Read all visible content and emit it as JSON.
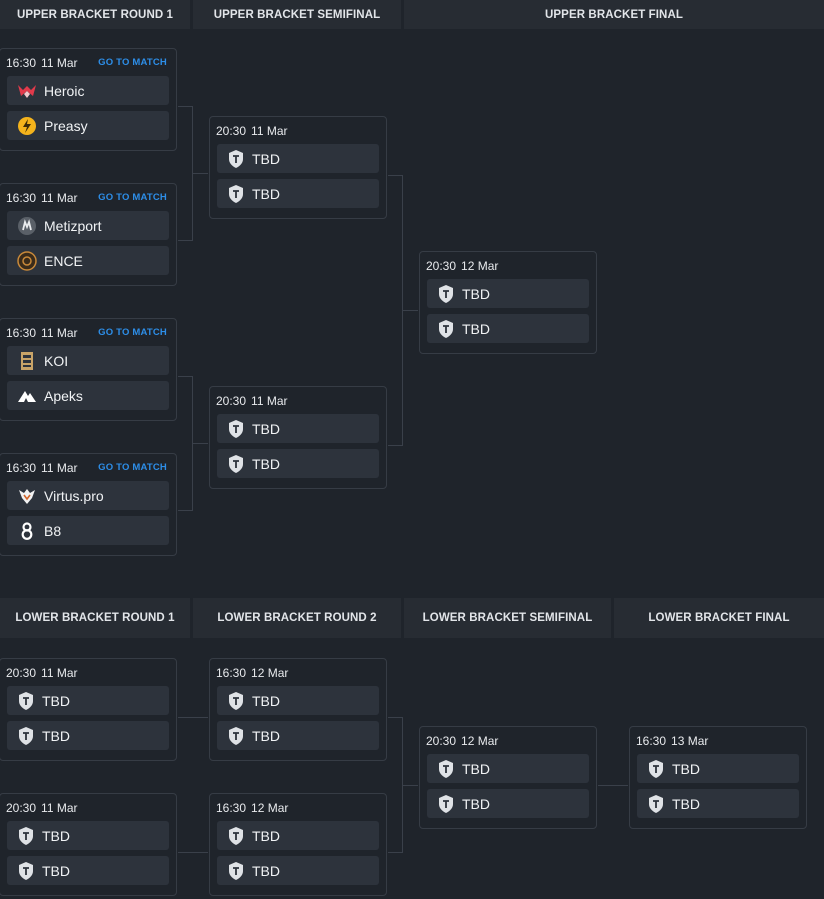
{
  "headers": {
    "ub_r1": "UPPER BRACKET ROUND 1",
    "ub_sf": "UPPER BRACKET SEMIFINAL",
    "ub_f": "UPPER BRACKET FINAL",
    "lb_r1": "LOWER BRACKET ROUND 1",
    "lb_r2": "LOWER BRACKET ROUND 2",
    "lb_sf": "LOWER BRACKET SEMIFINAL",
    "lb_f": "LOWER BRACKET FINAL"
  },
  "go_label": "GO TO MATCH",
  "matches": {
    "ub1_1": {
      "time": "16:30",
      "date": "11 Mar",
      "t1": "Heroic",
      "t2": "Preasy",
      "icon1": "heroic-logo-icon",
      "icon2": "preasy-logo-icon"
    },
    "ub1_2": {
      "time": "16:30",
      "date": "11 Mar",
      "t1": "Metizport",
      "t2": "ENCE",
      "icon1": "metizport-logo-icon",
      "icon2": "ence-logo-icon"
    },
    "ub1_3": {
      "time": "16:30",
      "date": "11 Mar",
      "t1": "KOI",
      "t2": "Apeks",
      "icon1": "koi-logo-icon",
      "icon2": "apeks-logo-icon"
    },
    "ub1_4": {
      "time": "16:30",
      "date": "11 Mar",
      "t1": "Virtus.pro",
      "t2": "B8",
      "icon1": "virtuspro-logo-icon",
      "icon2": "b8-logo-icon"
    },
    "ubsf_1": {
      "time": "20:30",
      "date": "11 Mar",
      "t1": "TBD",
      "t2": "TBD"
    },
    "ubsf_2": {
      "time": "20:30",
      "date": "11 Mar",
      "t1": "TBD",
      "t2": "TBD"
    },
    "ubf": {
      "time": "20:30",
      "date": "12 Mar",
      "t1": "TBD",
      "t2": "TBD"
    },
    "lb1_1": {
      "time": "20:30",
      "date": "11 Mar",
      "t1": "TBD",
      "t2": "TBD"
    },
    "lb1_2": {
      "time": "20:30",
      "date": "11 Mar",
      "t1": "TBD",
      "t2": "TBD"
    },
    "lb2_1": {
      "time": "16:30",
      "date": "12 Mar",
      "t1": "TBD",
      "t2": "TBD"
    },
    "lb2_2": {
      "time": "16:30",
      "date": "12 Mar",
      "t1": "TBD",
      "t2": "TBD"
    },
    "lbsf": {
      "time": "20:30",
      "date": "12 Mar",
      "t1": "TBD",
      "t2": "TBD"
    },
    "lbf": {
      "time": "16:30",
      "date": "13 Mar",
      "t1": "TBD",
      "t2": "TBD"
    }
  },
  "colors": {
    "accent_link": "#2d8ee8",
    "background": "#1f242b",
    "header_bg": "#272c33",
    "team_bg": "#2d333c"
  }
}
